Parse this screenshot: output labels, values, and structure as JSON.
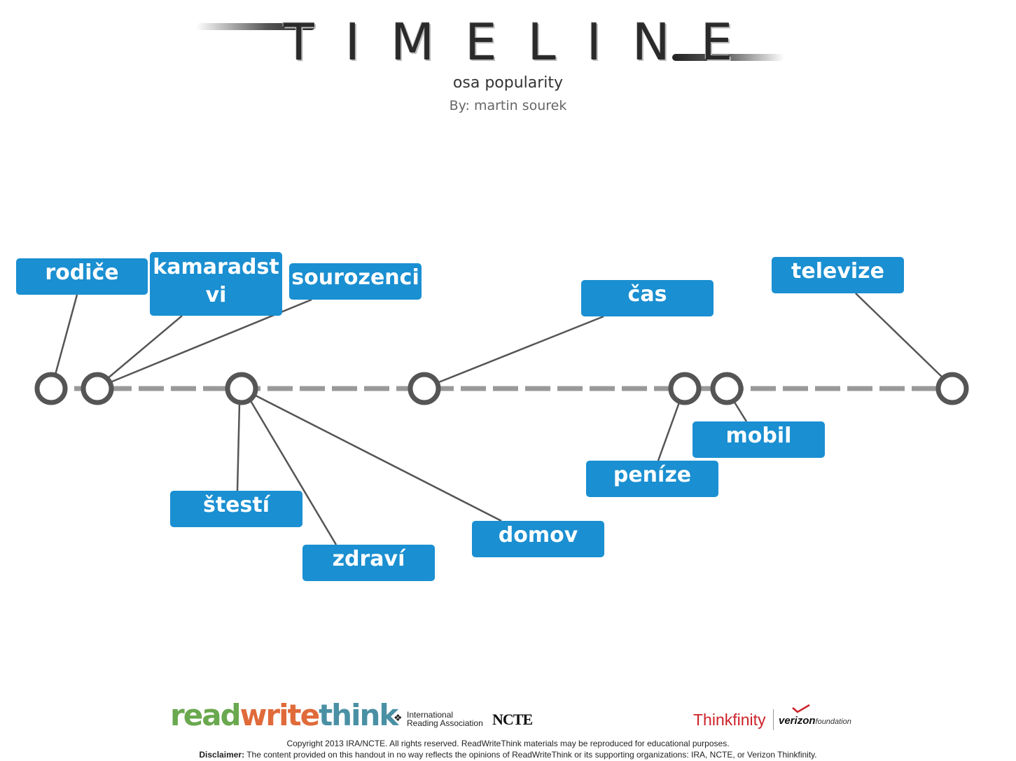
{
  "header": {
    "title": "TIMELINE",
    "subtitle": "osa popularity",
    "author_prefix": "By:",
    "author": "martin sourek"
  },
  "timeline": {
    "colors": {
      "axis": "#999999",
      "node_stroke": "#555555",
      "node_fill": "#ffffff",
      "label_bg": "#1a8fd1",
      "label_text": "#ffffff",
      "connector": "#555555"
    },
    "nodes": [
      {
        "id": "n1"
      },
      {
        "id": "n2"
      },
      {
        "id": "n3"
      },
      {
        "id": "n4"
      },
      {
        "id": "n5"
      },
      {
        "id": "n6"
      },
      {
        "id": "n7"
      }
    ],
    "labels": [
      {
        "id": "rodice",
        "text": "rodiče",
        "node": "n1",
        "side": "above"
      },
      {
        "id": "kamaradstvi",
        "text": "kamaradstvi",
        "node": "n2",
        "side": "above"
      },
      {
        "id": "sourozenci",
        "text": "sourozenci",
        "node": "n2",
        "side": "above"
      },
      {
        "id": "cas",
        "text": "čas",
        "node": "n4",
        "side": "above"
      },
      {
        "id": "televize",
        "text": "televize",
        "node": "n7",
        "side": "above"
      },
      {
        "id": "stesti",
        "text": "štestí",
        "node": "n3",
        "side": "below"
      },
      {
        "id": "zdravi",
        "text": "zdraví",
        "node": "n3",
        "side": "below"
      },
      {
        "id": "domov",
        "text": "domov",
        "node": "n3",
        "side": "below"
      },
      {
        "id": "mobil",
        "text": "mobil",
        "node": "n6",
        "side": "below"
      },
      {
        "id": "penize",
        "text": "peníze",
        "node": "n5",
        "side": "below"
      }
    ]
  },
  "footer": {
    "rwt_read": "read",
    "rwt_write": "write",
    "rwt_think": "think",
    "ira_line1": "International",
    "ira_line2": "Reading Association",
    "ncte": "NCTE",
    "thinkfinity": "Thinkfinity",
    "verizon": "verizon",
    "foundation": "foundation",
    "copyright": "Copyright 2013 IRA/NCTE. All rights reserved. ReadWriteThink materials may be reproduced for educational purposes.",
    "disclaimer_label": "Disclaimer:",
    "disclaimer": " The content provided on this handout in no way reflects the opinions of ReadWriteThink or its supporting organizations: IRA, NCTE, or Verizon Thinkfinity."
  }
}
